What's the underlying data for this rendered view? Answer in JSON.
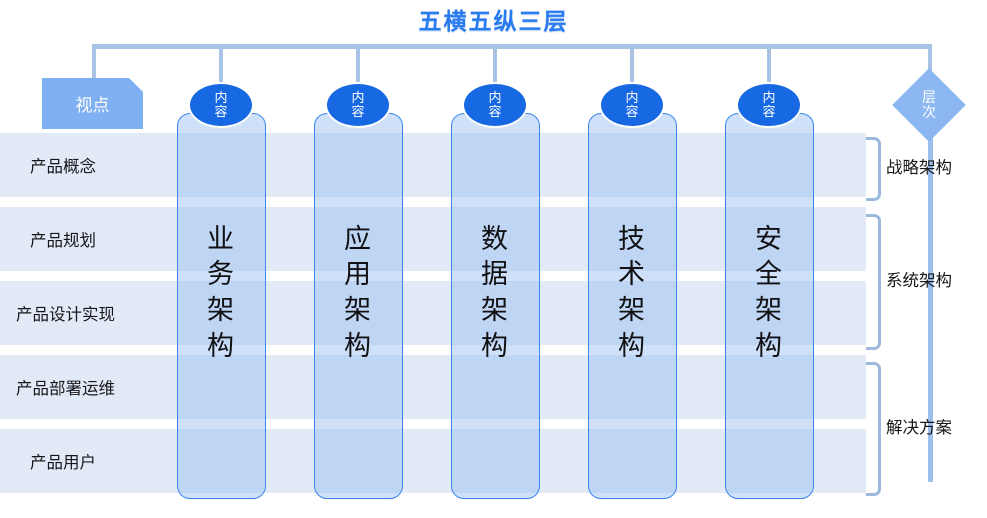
{
  "title": "五横五纵三层",
  "viewpoint_tag": {
    "label": "视点"
  },
  "level_node": {
    "label_line1": "层",
    "label_line2": "次"
  },
  "content_node_label": {
    "line1": "内",
    "line2": "容"
  },
  "rows": [
    {
      "label": "产品概念"
    },
    {
      "label": "产品规划"
    },
    {
      "label": "产品设计实现"
    },
    {
      "label": "产品部署运维"
    },
    {
      "label": "产品用户"
    }
  ],
  "columns": [
    {
      "label": "业务架构",
      "chars": [
        "业",
        "务",
        "架",
        "构"
      ],
      "node": "内容"
    },
    {
      "label": "应用架构",
      "chars": [
        "应",
        "用",
        "架",
        "构"
      ],
      "node": "内容"
    },
    {
      "label": "数据架构",
      "chars": [
        "数",
        "据",
        "架",
        "构"
      ],
      "node": "内容"
    },
    {
      "label": "技术架构",
      "chars": [
        "技",
        "术",
        "架",
        "构"
      ],
      "node": "内容"
    },
    {
      "label": "安全架构",
      "chars": [
        "安",
        "全",
        "架",
        "构"
      ],
      "node": "内容"
    }
  ],
  "layers": [
    {
      "label": "战略架构",
      "spans_rows": [
        "产品概念"
      ]
    },
    {
      "label": "系统架构",
      "spans_rows": [
        "产品规划",
        "产品设计实现"
      ]
    },
    {
      "label": "解决方案",
      "spans_rows": [
        "产品部署运维",
        "产品用户"
      ]
    }
  ],
  "colors": {
    "title_blue": "#2a7bef",
    "connector_blue": "#a8c3e6",
    "tag_blue": "#7fb0f2",
    "row_band_blue": "#e2e9f7",
    "pillar_fill": "#98c0f0",
    "pillar_border": "#3a86f0",
    "ellipse_blue": "#1668e3",
    "diamond_blue": "#8cb7f0",
    "bracket_blue": "#9cb9dd",
    "text_black": "#17171a"
  }
}
